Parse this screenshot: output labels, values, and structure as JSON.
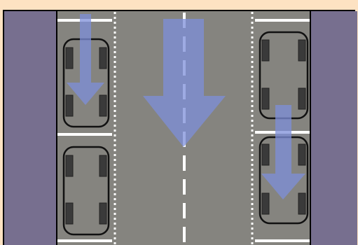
{
  "colors": {
    "background": "#fde2c2",
    "frame": "#000000",
    "sidewalk": "#776f8f",
    "road": "#85847f",
    "marking": "#ffffff",
    "car_outline": "#111111",
    "wheel": "#3a3a3a",
    "arrow": "#7d8fd9"
  },
  "scene": {
    "parking_spots": [
      {
        "name": "parking-spot-left-top",
        "occupied": true
      },
      {
        "name": "parking-spot-left-bottom",
        "occupied": true
      },
      {
        "name": "parking-spot-right-top",
        "occupied": true
      },
      {
        "name": "parking-spot-right-bottom",
        "occupied": true
      }
    ],
    "arrows": [
      {
        "name": "left-parking-lane-arrow",
        "direction": "down"
      },
      {
        "name": "main-road-arrow",
        "direction": "down"
      },
      {
        "name": "right-parking-lane-arrow",
        "direction": "down"
      }
    ]
  }
}
